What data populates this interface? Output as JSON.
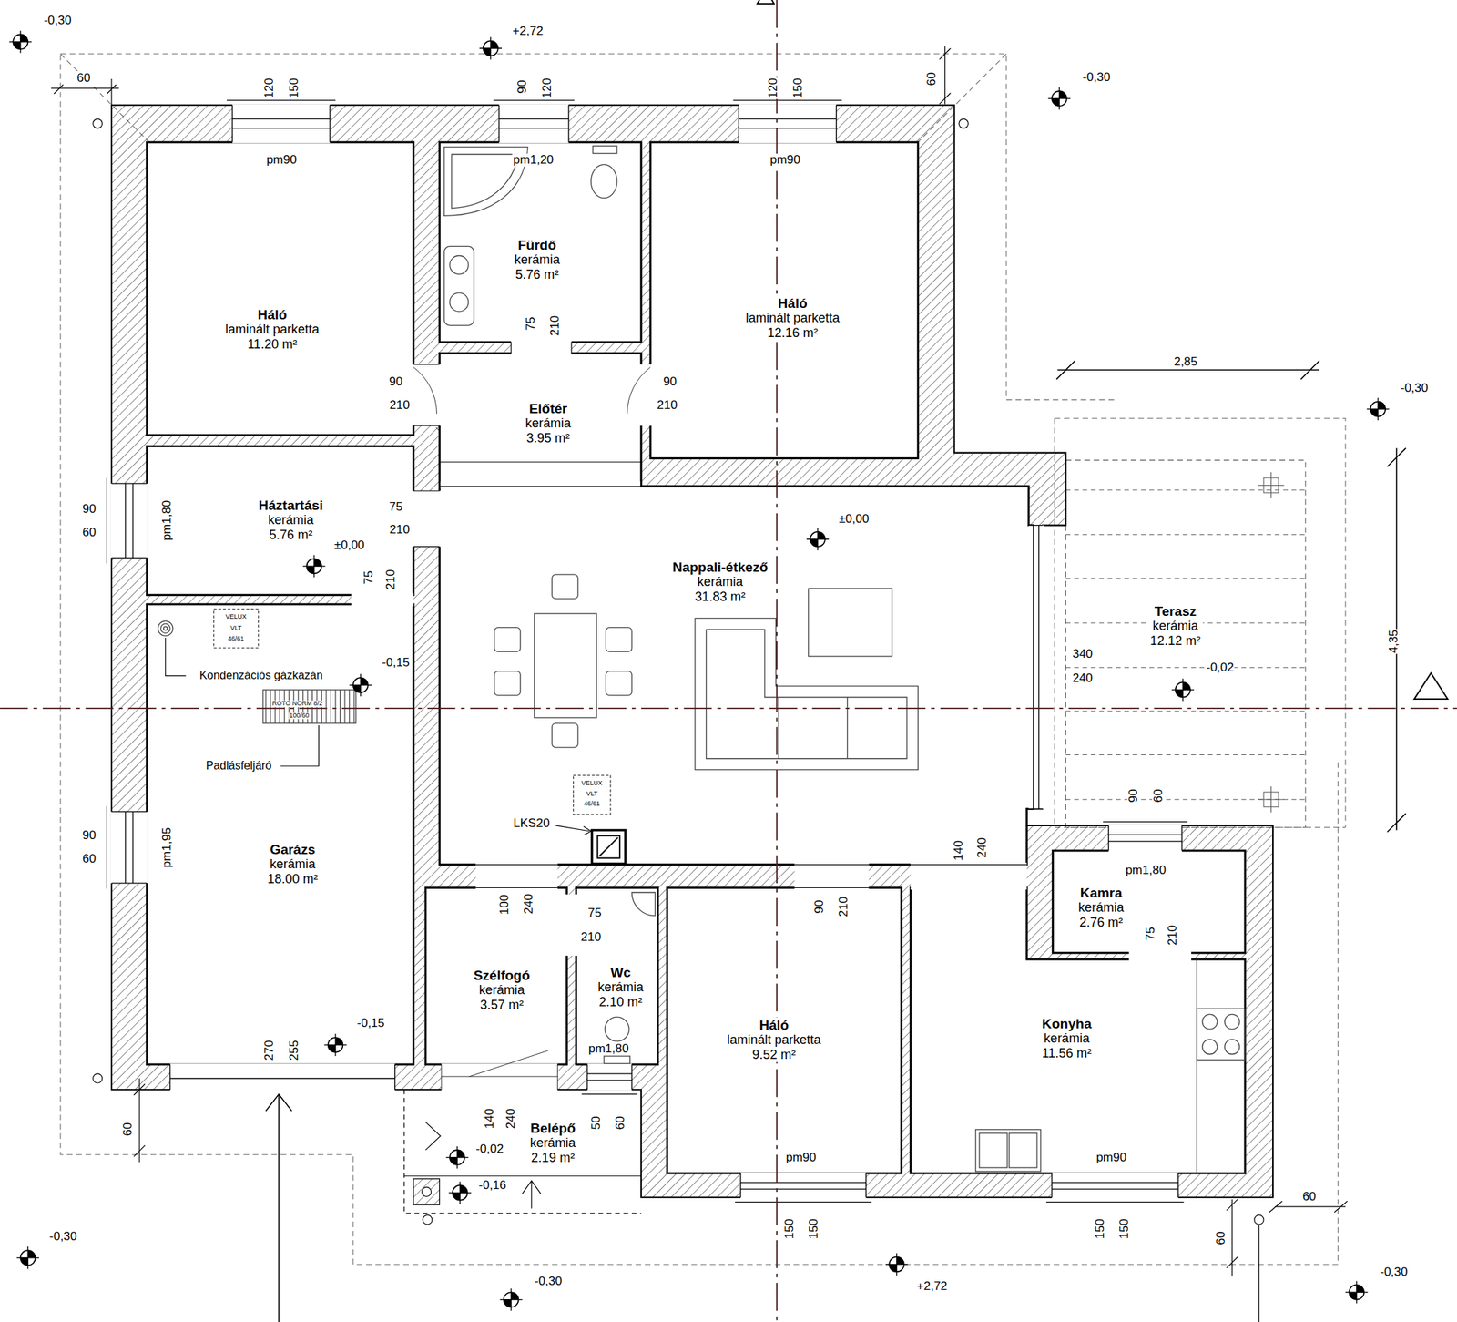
{
  "diagram": {
    "nodes": [
      {
        "text": [
          "Háló",
          "laminált parketta",
          "11.20 m²"
        ]
      },
      {
        "text": [
          "Fürdő",
          "kerámia",
          "5.76 m²"
        ]
      },
      {
        "text": [
          "Háló",
          "laminált parketta",
          "12.16 m²"
        ]
      },
      {
        "text": [
          "Előtér",
          "kerámia",
          "3.95 m²"
        ]
      },
      {
        "text": [
          "Háztartási",
          "kerámia",
          "5.76 m²"
        ]
      },
      {
        "text": [
          "Nappali-étkező",
          "kerámia",
          "31.83 m²"
        ]
      },
      {
        "text": [
          "Terasz",
          "kerámia",
          "12.12 m²"
        ]
      },
      {
        "text": [
          "Garázs",
          "kerámia",
          "18.00 m²"
        ]
      },
      {
        "text": [
          "Kamra",
          "kerámia",
          "2.76 m²"
        ]
      },
      {
        "text": [
          "Szélfogó",
          "kerámia",
          "3.57 m²"
        ]
      },
      {
        "text": [
          "Wc",
          "kerámia",
          "2.10 m²"
        ]
      },
      {
        "text": [
          "Háló",
          "laminált parketta",
          "9.52 m²"
        ]
      },
      {
        "text": [
          "Konyha",
          "kerámia",
          "11.56 m²"
        ]
      },
      {
        "text": [
          "Belépő",
          "kerámia",
          "2.19 m²"
        ]
      }
    ],
    "labels": [
      "-0,30",
      "+2,72",
      "-0,30",
      "60",
      "120",
      "150",
      "90",
      "120",
      "120",
      "150",
      "60",
      "pm90",
      "pm1,20",
      "pm90",
      "75",
      "210",
      "2,85",
      "-0,30",
      "90",
      "210",
      "90",
      "210",
      "75",
      "210",
      "±0,00",
      "90",
      "60",
      "pm1,80",
      "±0,00",
      "75",
      "210",
      "VELUX",
      "VLT",
      "46/61",
      "4,35",
      "340",
      "240",
      "-0,02",
      "-0,15",
      "Kondenzációs gázkazán",
      "ROTO NORM 8/2",
      "100/60",
      "Padlásfeljáró",
      "VELUX",
      "VLT",
      "46/61",
      "90",
      "60",
      "LKS20",
      "90",
      "60",
      "pm1,95",
      "140",
      "240",
      "pm1,80",
      "100",
      "240",
      "75",
      "210",
      "90",
      "210",
      "75",
      "210",
      "-0,15",
      "270",
      "255",
      "pm1,80",
      "140",
      "240",
      "50",
      "60",
      "60",
      "-0,02",
      "pm90",
      "pm90",
      "-0,16",
      "60",
      "150",
      "150",
      "150",
      "150",
      "60",
      "-0,30",
      "-0,30",
      "-0,30",
      "+2,72"
    ]
  }
}
